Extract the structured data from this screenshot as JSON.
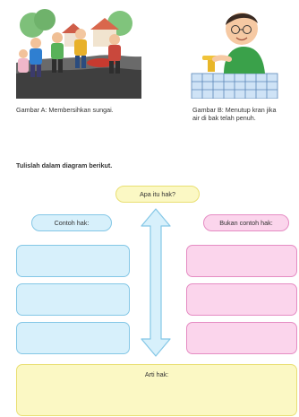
{
  "captions": {
    "a": "Gambar A: Membersihkan sungai.",
    "b_line1": "Gambar B: Menutup kran jika",
    "b_line2": "air di bak telah penuh."
  },
  "instruction": "Tulislah dalam diagram berikut.",
  "diagram": {
    "center_label": "Apa itu hak?",
    "left_label": "Contoh hak:",
    "right_label": "Bukan contoh hak:",
    "bottom_label": "Arti hak:",
    "colors": {
      "blue_fill": "#d7f0fb",
      "blue_border": "#84c7e6",
      "pink_fill": "#fbd5ec",
      "pink_border": "#e58cc3",
      "yellow_fill": "#fbf8c4",
      "yellow_border": "#e9df72"
    }
  }
}
